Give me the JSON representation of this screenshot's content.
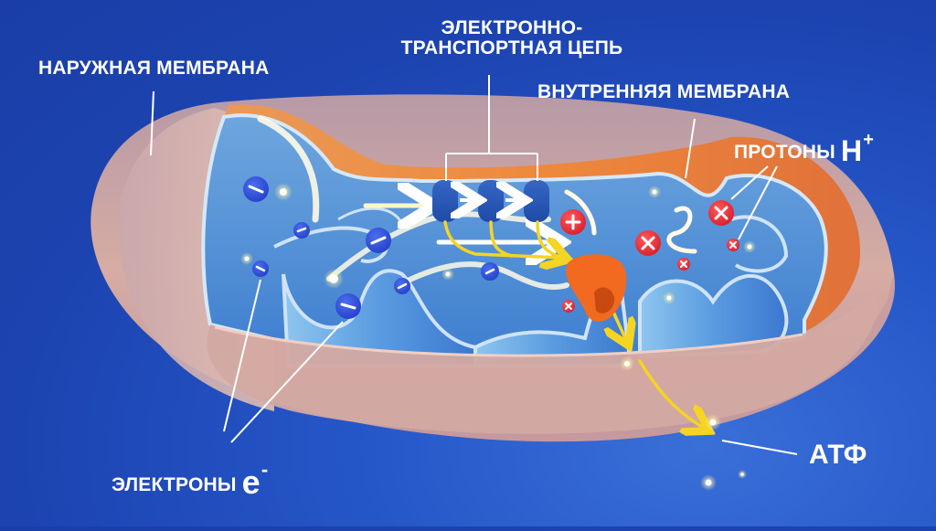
{
  "diagram": {
    "title": "Mitochondrion electron transport chain",
    "labels": {
      "outer_membrane": "НАРУЖНАЯ МЕМБРАНА",
      "etc_line1": "ЭЛЕКТРОННО-",
      "etc_line2": "ТРАНСПОРТНАЯ ЦЕПЬ",
      "inner_membrane": "ВНУТРЕННЯЯ МЕМБРАНА",
      "protons_text": "ПРОТОНЫ",
      "protons_symbol": "H",
      "protons_charge": "+",
      "electrons_text": "ЭЛЕКТРОНЫ",
      "electrons_symbol": "e",
      "electrons_charge": "-",
      "atp": "АТФ"
    },
    "components": {
      "etc_complexes": 3,
      "atp_synthase": "orange enzyme",
      "electron_particles": 8,
      "proton_particles": 6
    },
    "colors": {
      "background": "#2150c0",
      "outer_membrane": "#d7aea6",
      "intermembrane_space": "#e8803c",
      "matrix": "#5f9ad8",
      "inner_membrane_stroke": "#cfe3f7",
      "electron": "#2f52d6",
      "proton": "#e52c3a",
      "atp_synthase": "#f26a1f",
      "flow_arrow": "#f5d423",
      "label": "#ffffff"
    }
  }
}
